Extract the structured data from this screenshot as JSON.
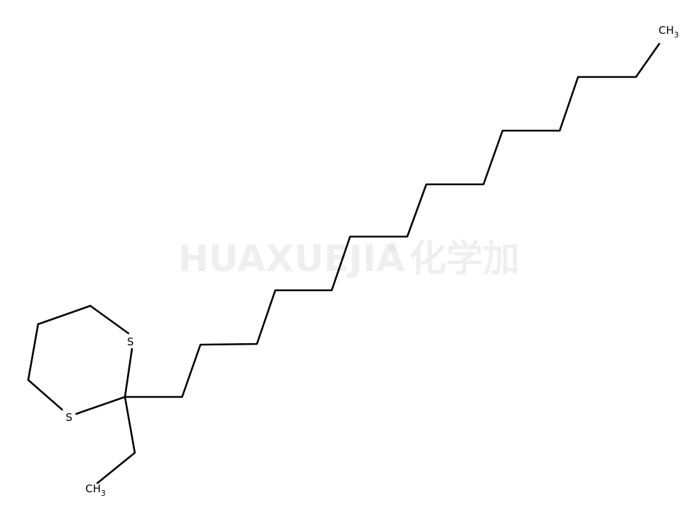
{
  "watermark": {
    "brand": "HUAXUEJIA",
    "registered_mark": "®",
    "chinese": "化学加"
  },
  "atoms": {
    "s_upper": "S",
    "s_lower": "S",
    "terminal_methyl_top": {
      "main": "CH",
      "sub": "3"
    },
    "terminal_methyl_bottom": {
      "main": "CH",
      "sub": "3"
    }
  }
}
